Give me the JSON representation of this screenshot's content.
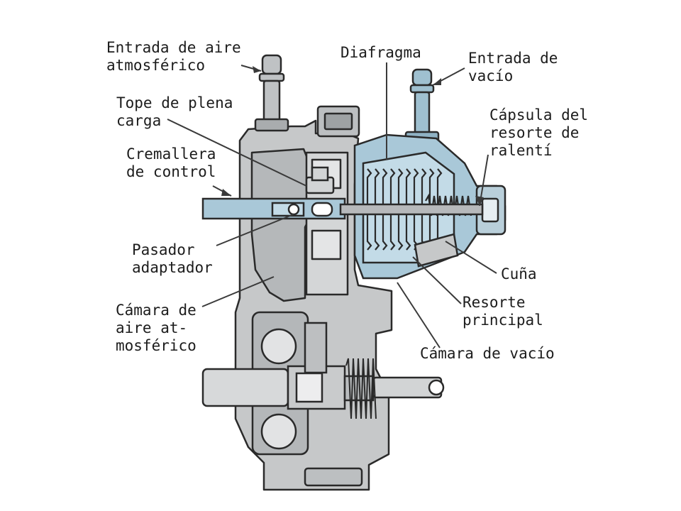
{
  "labels": {
    "entrada_aire": [
      "Entrada de aire",
      "atmosférico"
    ],
    "diafragma": "Diafragma",
    "entrada_vacio": [
      "Entrada de",
      "vacío"
    ],
    "tope_plena_carga": [
      "Tope de plena",
      "carga"
    ],
    "capsula_resorte": [
      "Cápsula del",
      "resorte de",
      "ralentí"
    ],
    "cremallera": [
      "Cremallera",
      "de control"
    ],
    "pasador": [
      "Pasador",
      "adaptador"
    ],
    "cuna": "Cuña",
    "camara_aire": [
      "Cámara de",
      "aire at-",
      "mosférico"
    ],
    "resorte_principal": [
      "Resorte",
      "principal"
    ],
    "camara_vacio": "Cámara de vacío"
  },
  "colors": {
    "outline": "#2a2a2a",
    "housing": "#c6c8c9",
    "housing_dark": "#a4a7a9",
    "blue_part": "#a9c8d8",
    "blue_light": "#c3dbe7",
    "leader": "#3a3a3a"
  }
}
